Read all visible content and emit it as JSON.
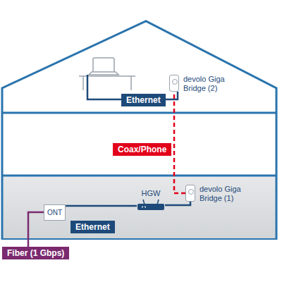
{
  "diagram": {
    "nodes": [
      {
        "text": [
          "devolo Giga Bridge (2)"
        ]
      },
      {
        "text": [
          "ONT"
        ]
      },
      {
        "text": [
          "HGW"
        ]
      },
      {
        "text": [
          "devolo Giga Bridge (1)"
        ]
      }
    ],
    "edges": [
      {
        "from": 1,
        "to": 2,
        "arrow": "none",
        "label": "Ethernet"
      },
      {
        "from": 2,
        "to": 3,
        "arrow": "none"
      },
      {
        "from": 3,
        "to": 0,
        "arrow": "none",
        "label": "Coax/Phone"
      }
    ],
    "labels": [
      "Ethernet",
      "Fiber (1 Gbps)"
    ]
  }
}
